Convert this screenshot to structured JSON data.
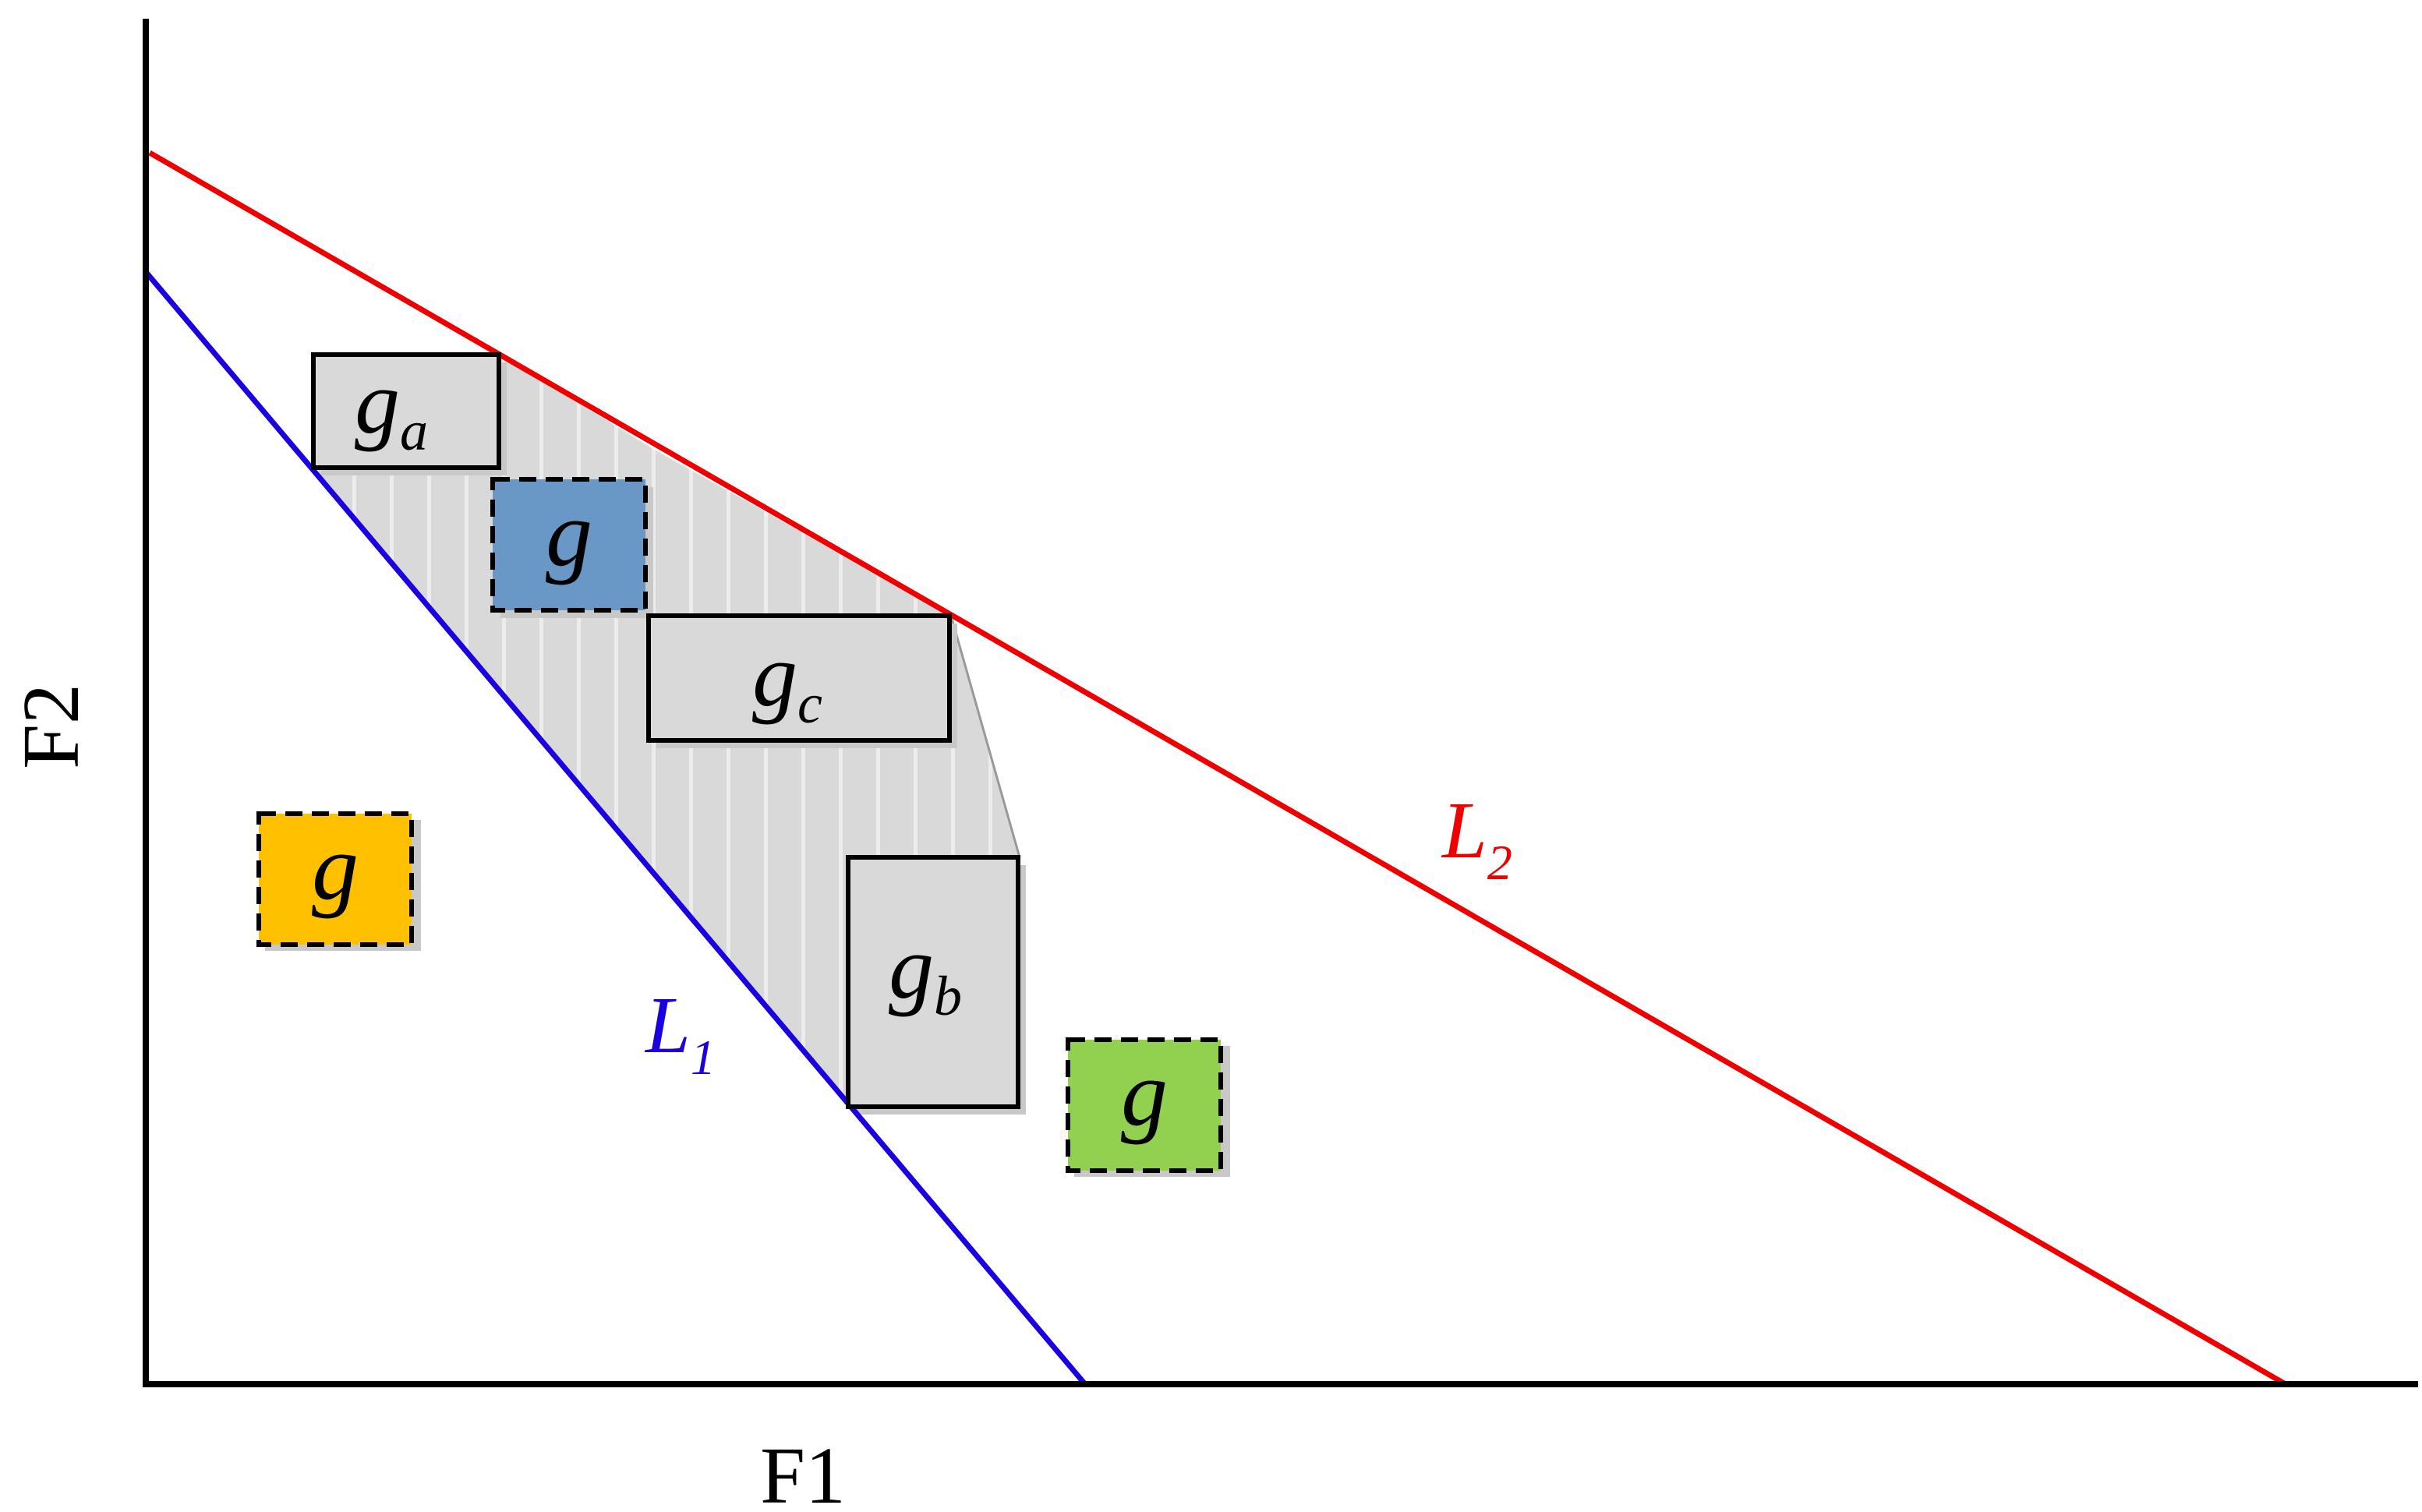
{
  "axes": {
    "x_label": "F1",
    "y_label": "F2"
  },
  "lines": [
    {
      "id": "L1",
      "label": "L",
      "subscript": "1",
      "color": "#1a00e0"
    },
    {
      "id": "L2",
      "label": "L",
      "subscript": "2",
      "color": "#ee0000"
    }
  ],
  "region": {
    "fill": "#d9d9d9",
    "stripe": "#ececec"
  },
  "boxes": [
    {
      "id": "ga",
      "label": "g",
      "subscript": "a",
      "fill": "#d9d9d9",
      "border": "solid"
    },
    {
      "id": "g-blue",
      "label": "g",
      "subscript": "",
      "fill": "#6a98c6",
      "border": "dashed"
    },
    {
      "id": "gc",
      "label": "g",
      "subscript": "c",
      "fill": "#d9d9d9",
      "border": "solid"
    },
    {
      "id": "gb",
      "label": "g",
      "subscript": "b",
      "fill": "#d9d9d9",
      "border": "solid"
    },
    {
      "id": "g-orange",
      "label": "g",
      "subscript": "",
      "fill": "#ffc000",
      "border": "dashed"
    },
    {
      "id": "g-green",
      "label": "g",
      "subscript": "",
      "fill": "#92d050",
      "border": "dashed"
    }
  ]
}
